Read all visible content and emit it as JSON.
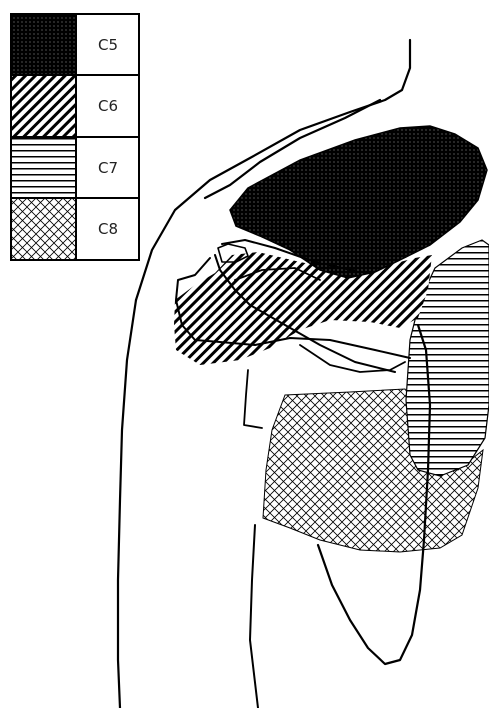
{
  "legend": {
    "items": [
      {
        "label": "C5",
        "pattern": "dense-dots"
      },
      {
        "label": "C6",
        "pattern": "diagonal-hatch"
      },
      {
        "label": "C7",
        "pattern": "horizontal-lines"
      },
      {
        "label": "C8",
        "pattern": "crosshatch"
      }
    ]
  },
  "colors": {
    "ink": "#000000",
    "background": "#ffffff"
  }
}
